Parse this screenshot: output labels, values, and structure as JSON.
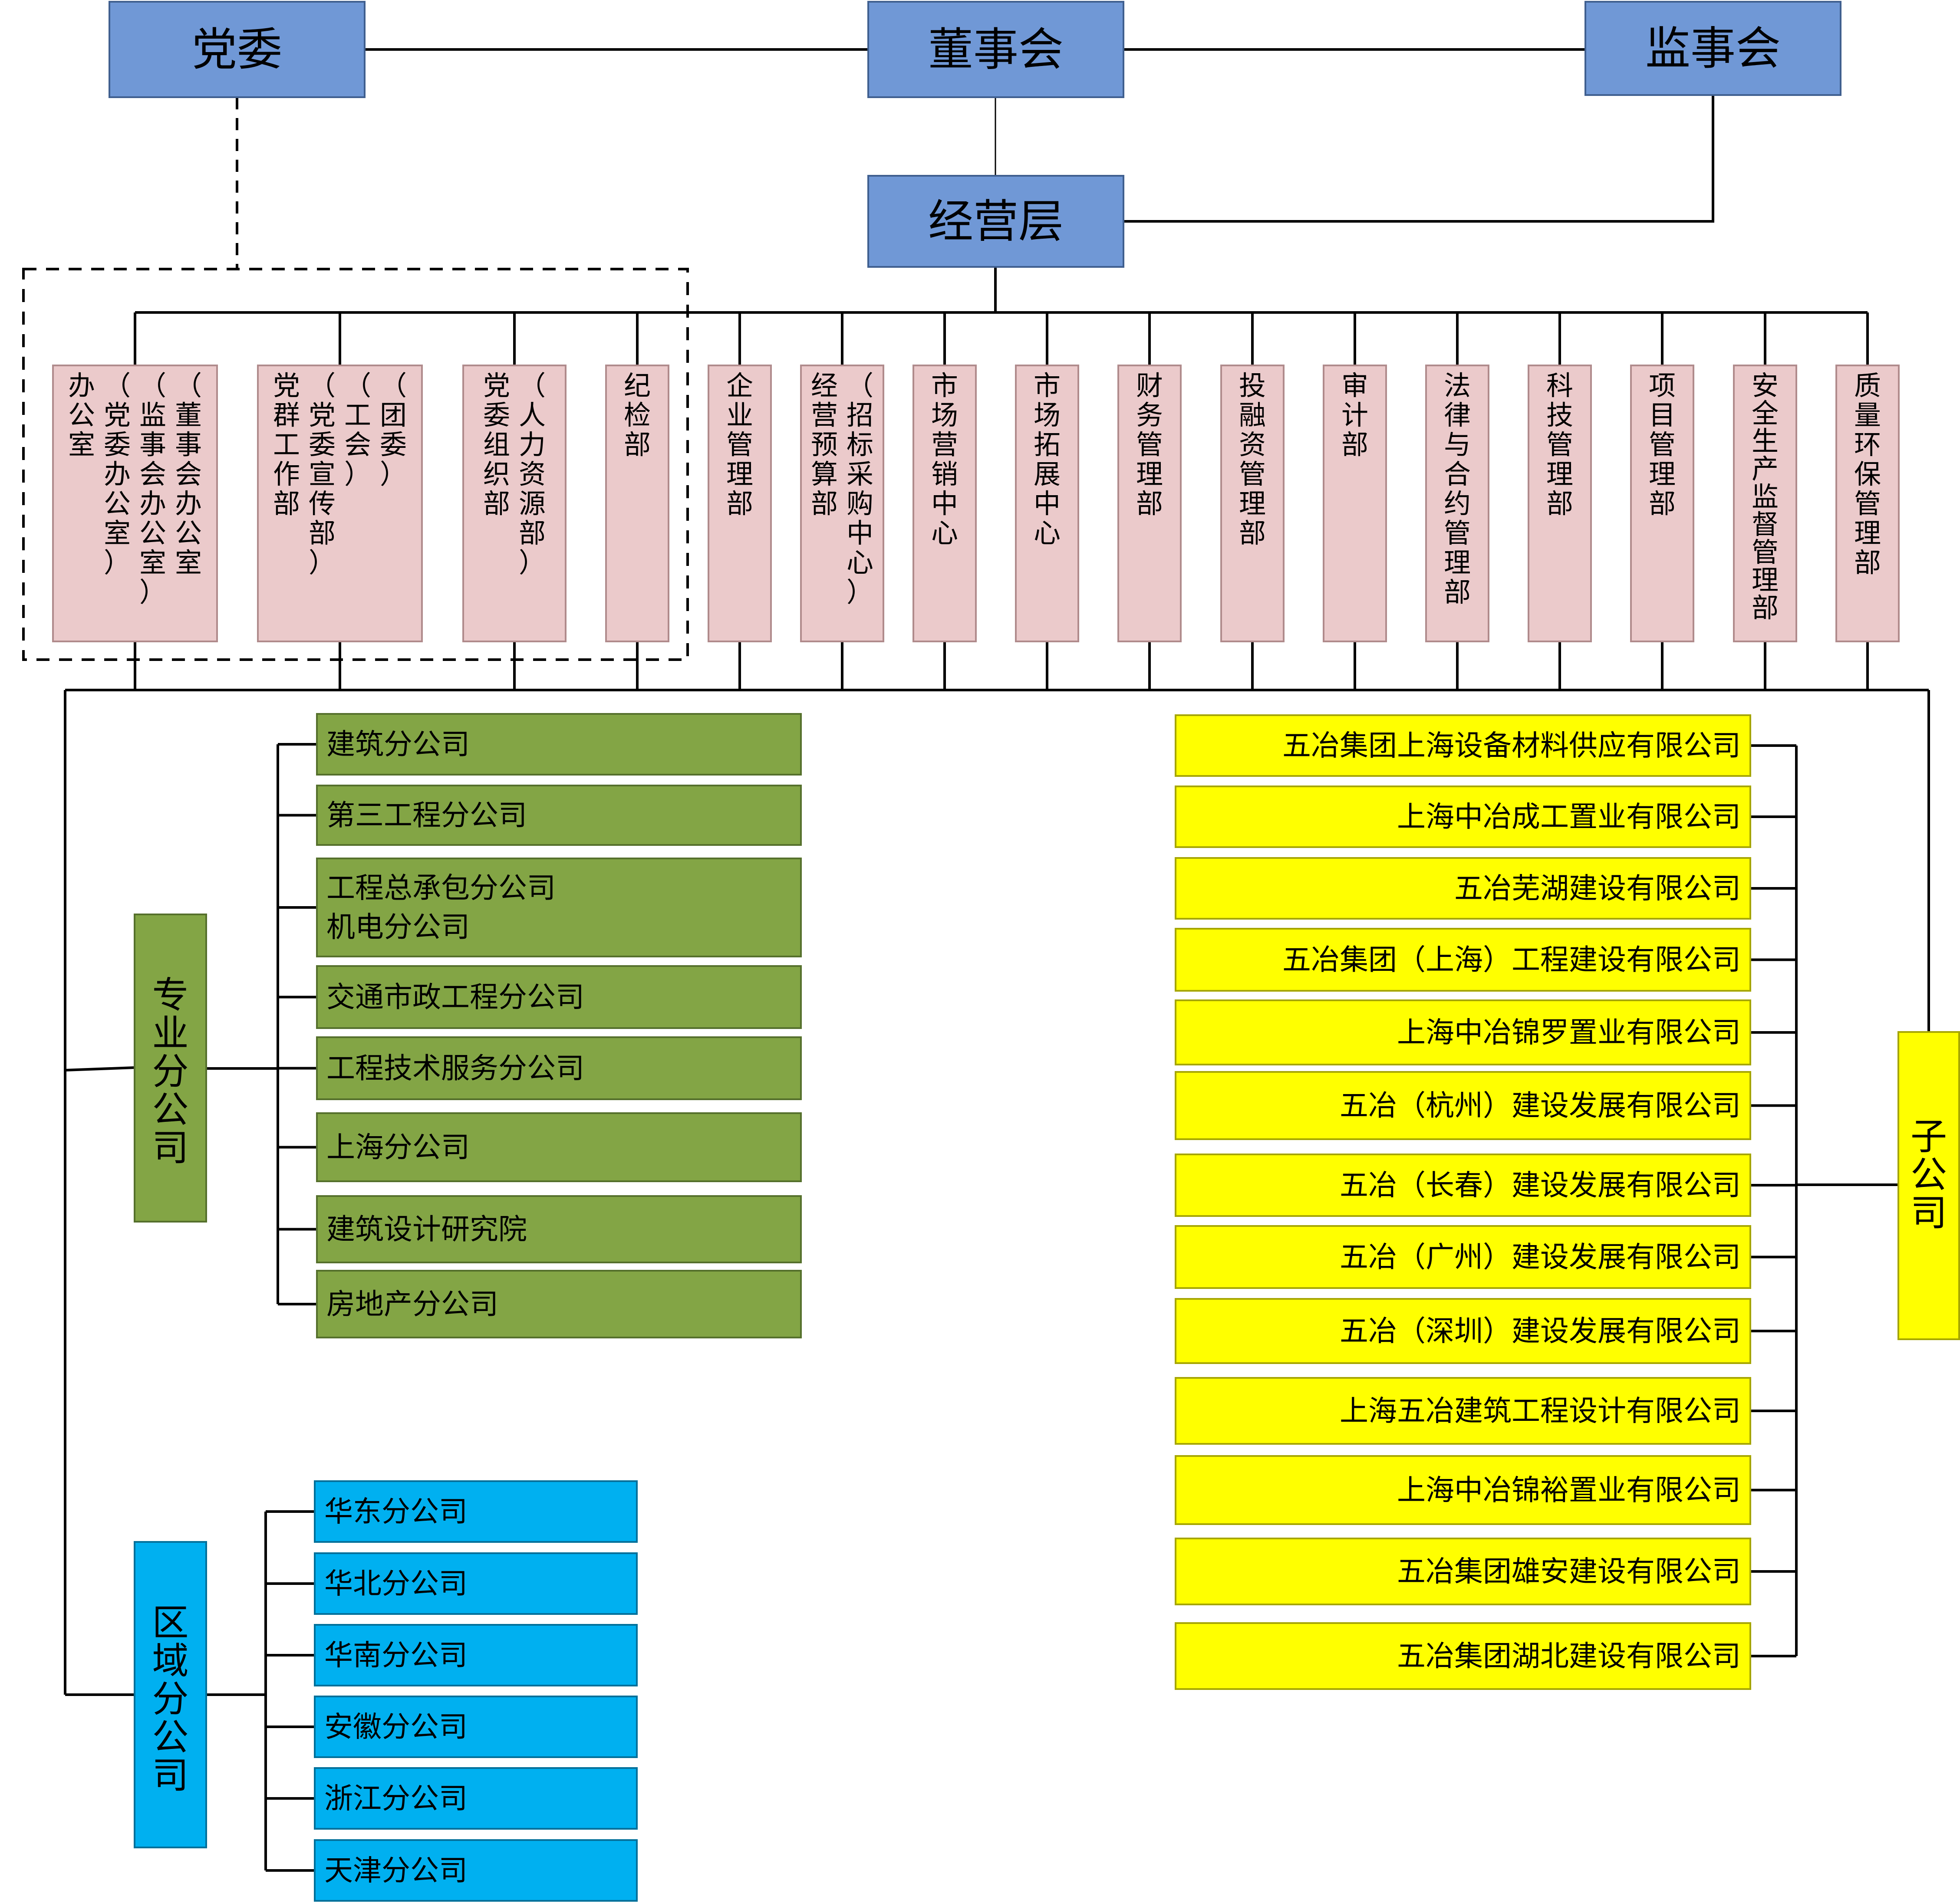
{
  "colors": {
    "top_fill": "#7098d6",
    "top_stroke": "#3f5f8f",
    "dept_fill": "#ebcacb",
    "dept_stroke": "#b08b8c",
    "specialty_fill": "#83a545",
    "specialty_stroke": "#55702c",
    "regional_fill": "#00b0f0",
    "regional_stroke": "#00709a",
    "subsidiary_fill": "#ffff00",
    "subsidiary_stroke": "#a6a600",
    "line": "#000000"
  },
  "top": {
    "party_committee": "党委",
    "board": "董事会",
    "supervisory_board": "监事会",
    "management": "经营层"
  },
  "departments": [
    {
      "columns": [
        "（董事会办公室",
        "（监事会办公室）",
        "（党委办公室）",
        "办公室"
      ]
    },
    {
      "columns": [
        "（团委）",
        "（工会）",
        "（党委宣传部）",
        "党群工作部"
      ]
    },
    {
      "columns": [
        "（人力资源部）",
        "党委组织部"
      ]
    },
    {
      "columns": [
        "纪检部"
      ]
    },
    {
      "columns": [
        "企业管理部"
      ]
    },
    {
      "columns": [
        "（招标采购中心）",
        "经营预算部"
      ]
    },
    {
      "columns": [
        "市场营销中心"
      ]
    },
    {
      "columns": [
        "市场拓展中心"
      ]
    },
    {
      "columns": [
        "财务管理部"
      ]
    },
    {
      "columns": [
        "投融资管理部"
      ]
    },
    {
      "columns": [
        "审计部"
      ]
    },
    {
      "columns": [
        "法律与合约管理部"
      ]
    },
    {
      "columns": [
        "科技管理部"
      ]
    },
    {
      "columns": [
        "项目管理部"
      ]
    },
    {
      "columns": [
        "安全生产监督管理部"
      ]
    },
    {
      "columns": [
        "质量环保管理部"
      ]
    }
  ],
  "specialty": {
    "label": "专业分公司",
    "items": [
      [
        "建筑分公司"
      ],
      [
        "第三工程分公司"
      ],
      [
        "工程总承包分公司",
        "机电分公司"
      ],
      [
        "交通市政工程分公司"
      ],
      [
        "工程技术服务分公司"
      ],
      [
        "上海分公司"
      ],
      [
        "建筑设计研究院"
      ],
      [
        "房地产分公司"
      ]
    ]
  },
  "regional": {
    "label": "区域分公司",
    "items": [
      "华东分公司",
      "华北分公司",
      "华南分公司",
      "安徽分公司",
      "浙江分公司",
      "天津分公司"
    ]
  },
  "subsidiaries": {
    "label": "子公司",
    "items": [
      "五冶集团上海设备材料供应有限公司",
      "上海中冶成工置业有限公司",
      "五冶芜湖建设有限公司",
      "五冶集团（上海）工程建设有限公司",
      "上海中冶锦罗置业有限公司",
      "五冶（杭州）建设发展有限公司",
      "五冶（长春）建设发展有限公司",
      "五冶（广州）建设发展有限公司",
      "五冶（深圳）建设发展有限公司",
      "上海五冶建筑工程设计有限公司",
      "上海中冶锦裕置业有限公司",
      "五冶集团雄安建设有限公司",
      "五冶集团湖北建设有限公司"
    ]
  }
}
